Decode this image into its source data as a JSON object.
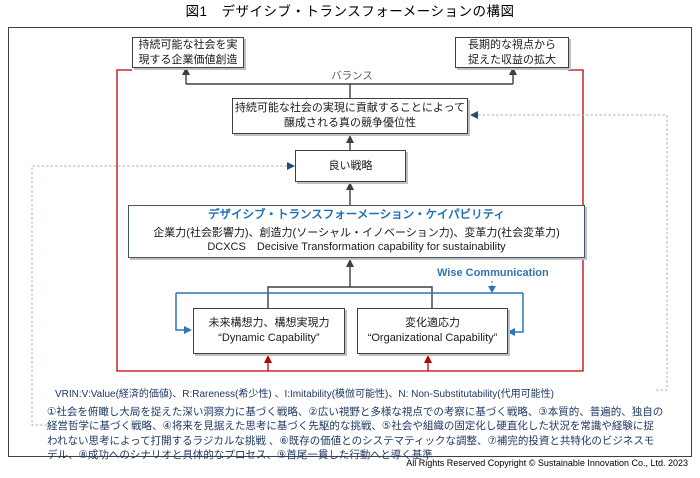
{
  "figure": {
    "title": "図1　デザイシブ・トランスフォーメーションの構図"
  },
  "boxes": {
    "corporate_value": "持続可能な社会を実\n現する企業価値創造",
    "profit_expansion": "長期的な視点から\n捉えた収益の拡大",
    "competitive_advantage": "持続可能な社会の実現に貢献することによって\n醸成される真の競争優位性",
    "good_strategy": "良い戦略",
    "dcxcs": {
      "title": "デザイシブ・トランスフォーメーション・ケイパビリティ",
      "line2": "企業力(社会影響力)、創造力(ソーシャル・イノベーション力)、変革力(社会変革力)",
      "line3": "DCXCS　Decisive Transformation capability for sustainability"
    },
    "dynamic_capability": "未来構想力、構想実現力\n“Dynamic Capability”",
    "organizational_capability": "変化適応力\n“Organizational Capability”"
  },
  "labels": {
    "balance": "バランス",
    "wise_communication": "Wise Communication"
  },
  "notes": {
    "vrin": "VRIN:V:Value(経済的価値)、R:Rareness(希少性) 、I:Imitability(模倣可能性)、N: Non-Substitutability(代用可能性)",
    "numbered": "①社会を俯瞰し大局を捉えた深い洞察力に基づく戦略、②広い視野と多様な視点での考察に基づく戦略、③本質的、普遍的、独自の経営哲学に基づく戦略、④将来を見据えた思考に基づく先駆的な挑戦、⑤社会や組織の固定化し硬直化した状況を常識や経験に捉われない思考によって打開するラジカルな挑戦 、⑥既存の価値とのシステマティックな調整、⑦補完的投資と共特化のビジネスモデル、⑧成功へのシナリオと具体的なプロセス、⑨首尾一貫した行動へと導く基準"
  },
  "footer": {
    "copyright": "All Rights Reserved Copyright © Sustainable Innovation Co., Ltd. 2023"
  },
  "colors": {
    "red_loop": "#c00000",
    "blue_solid": "#2e75b6",
    "blue_dashed": "#9ab7d9",
    "navy_text": "#1f3864",
    "accent_blue_text": "#1f6fb5"
  }
}
